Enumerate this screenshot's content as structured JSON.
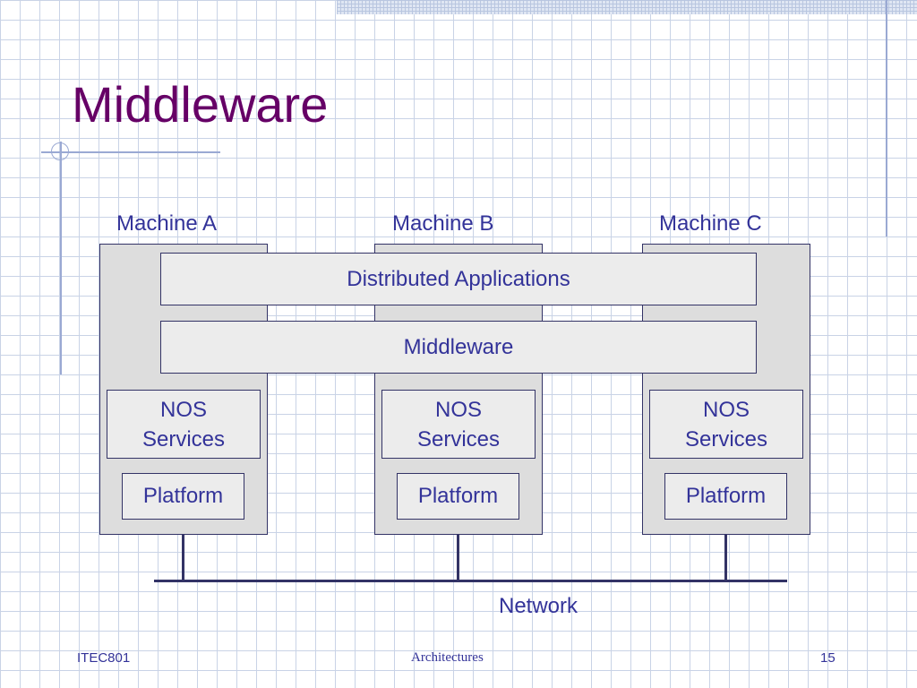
{
  "slide": {
    "title": "Middleware"
  },
  "diagram": {
    "machines": [
      {
        "label": "Machine A"
      },
      {
        "label": "Machine B"
      },
      {
        "label": "Machine C"
      }
    ],
    "layers": {
      "distributed_applications": "Distributed Applications",
      "middleware": "Middleware"
    },
    "nos_services": {
      "line1": "NOS",
      "line2": "Services"
    },
    "platform": "Platform",
    "network": "Network"
  },
  "footer": {
    "left": "ITEC801",
    "center": "Architectures",
    "page_number": "15"
  },
  "colors": {
    "title": "#660066",
    "text": "#333399",
    "machine_fill": "#dddddd",
    "layer_fill": "#ececec",
    "grid": "#c9d3e6"
  }
}
